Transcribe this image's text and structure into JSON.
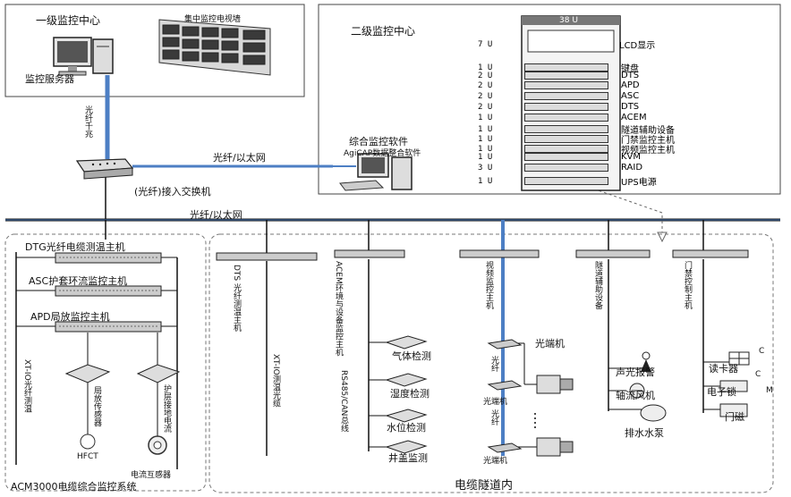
{
  "level1": {
    "title": "一级监控中心",
    "video_wall": "集中监控电视墙",
    "server": "监控服务器",
    "fiber_label": "光纤千兆"
  },
  "level2": {
    "title": "二级监控中心",
    "software": "综合监控软件",
    "software_sub": "AgiCAP数据整合软件",
    "rack_header": "38 U",
    "rack_rows": [
      {
        "u": "7 U",
        "name": "LCD显示"
      },
      {
        "u": "1 U",
        "name": "键盘"
      },
      {
        "u": "2 U",
        "name": "DTS"
      },
      {
        "u": "2 U",
        "name": "APD"
      },
      {
        "u": "2 U",
        "name": "ASC"
      },
      {
        "u": "2 U",
        "name": "DTS"
      },
      {
        "u": "1 U",
        "name": "ACEM"
      },
      {
        "u": "1 U",
        "name": "隧道辅助设备"
      },
      {
        "u": "1 U",
        "name": "门禁监控主机"
      },
      {
        "u": "1 U",
        "name": "视频监控主机"
      },
      {
        "u": "1 U",
        "name": "KVM"
      },
      {
        "u": "3 U",
        "name": "RAID"
      },
      {
        "u": "1 U",
        "name": "UPS电源"
      }
    ]
  },
  "network": {
    "fiber_eth_top": "光纤/以太网",
    "switch": "(光纤)接入交换机",
    "bus": "光纤/以太网"
  },
  "left_panel": {
    "dtg": "DTG光纤电缆测温主机",
    "asc": "ASC护套环流监控主机",
    "apd": "APD局放监控主机",
    "cable_v1": "XT-IO光纤测温",
    "sensor1": "局放传感器",
    "sensor2": "护层接地电流",
    "hfct": "HFCT",
    "ct": "电流互感器",
    "footer": "ACM3000电缆综合监控系统"
  },
  "tunnel": {
    "dts_host": "DTS 光纤测温主机",
    "xt_cable": "XT-IO测温光缆",
    "env_host": "ACEM环境与设备监控主机",
    "rs485": "RS485/CAN总线",
    "gas": "气体检测",
    "humidity": "湿度检测",
    "water": "水位检测",
    "manhole": "井盖监测",
    "video_host": "视频监控主机",
    "optical_term": "光端机",
    "fiber_v1": "光纤",
    "fiber_v2": "光纤",
    "aux_host": "隧道辅助设备",
    "sound_light": "声光报警",
    "exhaust_fan": "轴流风机",
    "drain_pump": "排水水泵",
    "access_host": "门禁控制主机",
    "card_reader": "读卡器",
    "e_lock": "电子锁",
    "door_magnet": "门磁",
    "letter_c1": "C",
    "letter_c2": "C",
    "letter_m": "M",
    "footer": "电缆隧道内"
  },
  "colors": {
    "fiber_blue": "#4d7fc4",
    "line": "#111111",
    "dashed": "#666666"
  }
}
